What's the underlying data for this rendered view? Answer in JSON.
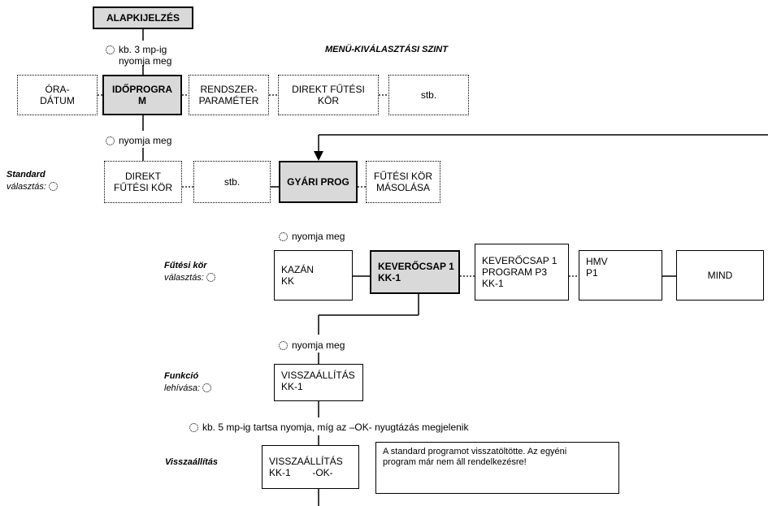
{
  "heading": "MENÜ-KIVÁLASZTÁSI SZINT",
  "boxes": {
    "alapkijelzes": "ALAPKIJELZÉS",
    "ora_datum": "ÓRA-\nDÁTUM",
    "idoprogram": "IDŐPROGRA\nM",
    "rendszer_parameter": "RENDSZER-\nPARAMÉTER",
    "direkt_futesi_kor_top": "DIREKT FŰTÉSI\nKÖR",
    "stb_top": "stb.",
    "direkt_futesi_kor_mid": "DIREKT\nFŰTÉSI KÖR",
    "stb_mid": "stb.",
    "gyari_prog": "GYÁRI PROG",
    "futesi_kor_masolasa": "FŰTÉSI KÖR\nMÁSOLÁSA",
    "kazan_kk": "KAZÁN\nKK",
    "kevero_kk1": "KEVERŐCSAP 1\nKK-1",
    "kevero_program_p3": "KEVERŐCSAP 1\nPROGRAM P3\nKK-1",
    "hmv_p1": "HMV\nP1",
    "mind": "MIND",
    "visszaallitas_kk1": "VISSZAÁLLÍTÁS\nKK-1",
    "visszaallitas_ok": "VISSZAÁLLÍTÁS\nKK-1        -OK-"
  },
  "instructions": {
    "press_3s": "kb. 3 mp-ig\nnyomja meg",
    "press_1": "nyomja meg",
    "press_2": "nyomja meg",
    "press_3": "nyomja meg",
    "press_5s": "kb. 5 mp-ig tartsa nyomja, míg az –OK- nyugtázás megjelenik"
  },
  "labels": {
    "standard_title": "Standard",
    "standard_sub": "választás:",
    "futesi_title": "Fűtési kör",
    "futesi_sub": "választás:",
    "funkcio_title": "Funkció",
    "funkcio_sub": "lehívása:",
    "visszaallitas_title": "Visszaállítás"
  },
  "note": "A standard programot visszatöltötte. Az egyéni\nprogram már nem áll rendelkezésre!",
  "icons": {
    "knob": "rotary-knob-icon"
  }
}
